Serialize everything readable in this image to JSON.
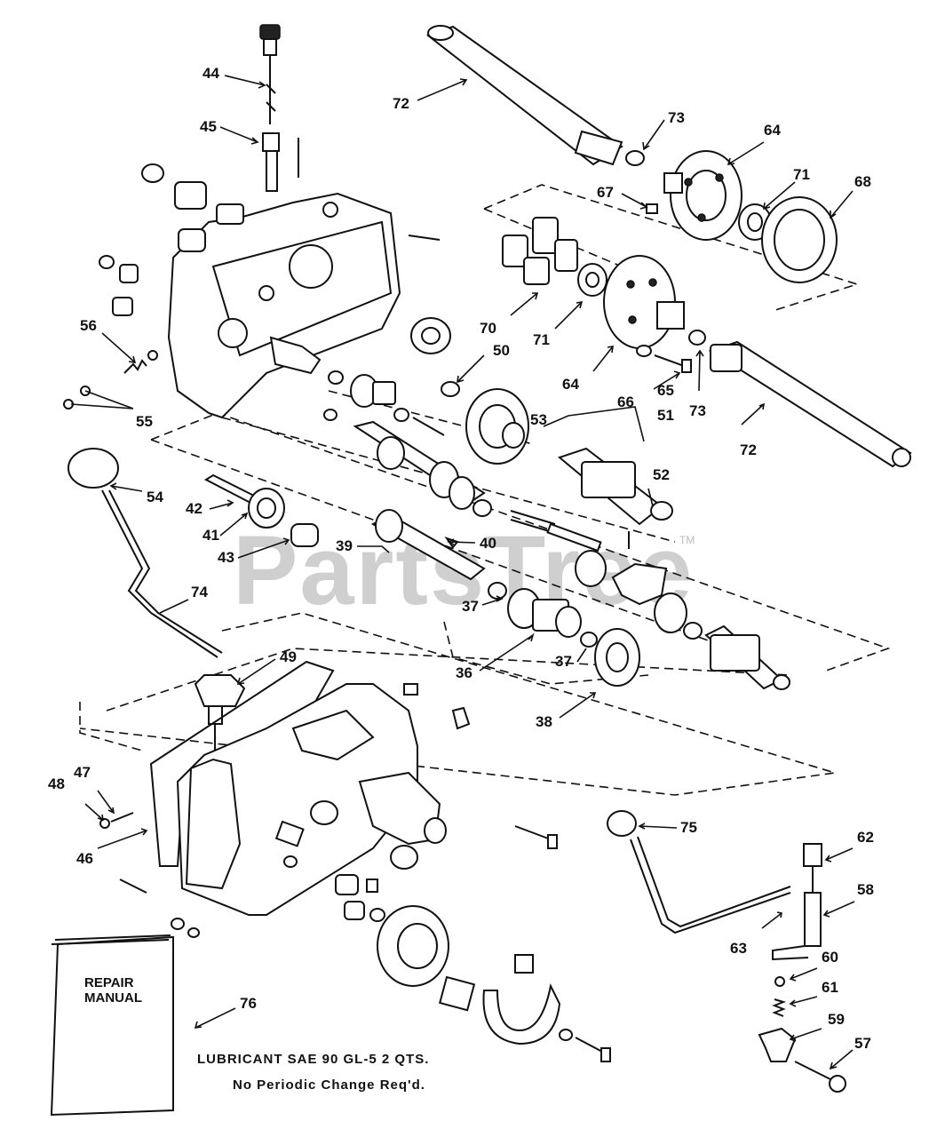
{
  "watermark": {
    "text": "PartsTree",
    "trademark": "TM"
  },
  "repair_manual": {
    "line1": "REPAIR",
    "line2": "MANUAL"
  },
  "notes": {
    "lubricant": "LUBRICANT SAE  90 GL-5 2 QTS.",
    "change": "No Periodic Change Req'd."
  },
  "callouts": {
    "c44": "44",
    "c45": "45",
    "c72a": "72",
    "c73a": "73",
    "c64a": "64",
    "c67": "67",
    "c71a": "71",
    "c68": "68",
    "c70": "70",
    "c71b": "71",
    "c50": "50",
    "c64b": "64",
    "c66": "66",
    "c65": "65",
    "c73b": "73",
    "c72b": "72",
    "c56": "56",
    "c55": "55",
    "c53": "53",
    "c51": "51",
    "c52": "52",
    "c54": "54",
    "c42": "42",
    "c41": "41",
    "c43": "43",
    "c39": "39",
    "c40": "40",
    "c74": "74",
    "c37a": "37",
    "c49": "49",
    "c36": "36",
    "c37b": "37",
    "c38": "38",
    "c48": "48",
    "c47": "47",
    "c46": "46",
    "c75": "75",
    "c62": "62",
    "c58": "58",
    "c63": "63",
    "c60": "60",
    "c61": "61",
    "c59": "59",
    "c57": "57",
    "c76": "76"
  }
}
